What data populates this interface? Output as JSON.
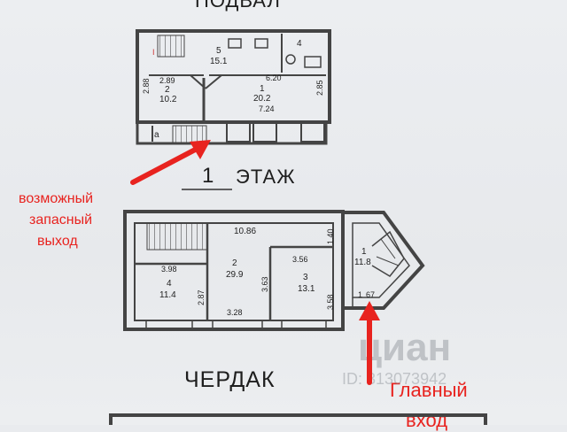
{
  "headings": {
    "basement": "ПОДВАЛ",
    "floor1_number": "1",
    "floor1_word": "ЭТАЖ",
    "attic": "ЧЕРДАК"
  },
  "annotations": {
    "emergency_exit": [
      "возможный",
      "запасный",
      "выход"
    ],
    "main_entrance": [
      "Главный",
      "вход"
    ]
  },
  "watermark": {
    "brand": "циан",
    "id": "ID: 313073942"
  },
  "colors": {
    "annotation_red": "#e8231f",
    "wall": "#444444",
    "paper": "#e9ebee"
  },
  "basement_plan": {
    "rooms": [
      {
        "num": "5",
        "area": "15.1"
      },
      {
        "num": "4",
        "area": ""
      },
      {
        "num": "2",
        "area": "10.2"
      },
      {
        "num": "1",
        "area": "20.2"
      }
    ],
    "dimensions": [
      "2.89",
      "6.20",
      "2.88",
      "7.24",
      "2.85"
    ],
    "mark_a": "a",
    "mark_i": "I"
  },
  "floor1_plan": {
    "rooms": [
      {
        "num": "2",
        "area": "29.9"
      },
      {
        "num": "3",
        "area": "13.1"
      },
      {
        "num": "4",
        "area": "11.4"
      },
      {
        "num": "1",
        "area": "11.8"
      }
    ],
    "dimensions": [
      "10.86",
      "1.40",
      "3.98",
      "3.56",
      "3.63",
      "2.87",
      "3.58",
      "3.28"
    ],
    "door_label": "1",
    "door_size": "67"
  }
}
